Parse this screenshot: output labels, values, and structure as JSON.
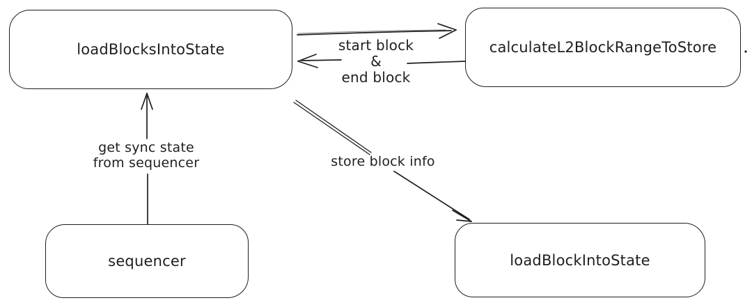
{
  "diagram": {
    "background_color": "#ffffff",
    "stroke_color": "#1e1e1e",
    "style": "hand-drawn flowchart",
    "nodes": {
      "load_blocks_into_state": {
        "label": "loadBlocksIntoState"
      },
      "calculate_l2_block_range_to_store": {
        "label": "calculateL2BlockRangeToStore"
      },
      "sequencer": {
        "label": "sequencer"
      },
      "load_block_into_state": {
        "label": "loadBlockIntoState"
      }
    },
    "edges": {
      "request_range": {
        "from": "loadBlocksIntoState",
        "to": "calculateL2BlockRangeToStore",
        "direction": "right",
        "label_lines": []
      },
      "start_end_block": {
        "from": "calculateL2BlockRangeToStore",
        "to": "loadBlocksIntoState",
        "direction": "left",
        "label_lines": [
          "start block",
          "&",
          "end block"
        ]
      },
      "get_sync_state": {
        "from": "sequencer",
        "to": "loadBlocksIntoState",
        "direction": "up",
        "label_lines": [
          "get sync state",
          "from sequencer"
        ]
      },
      "store_block_info": {
        "from": "loadBlocksIntoState",
        "to": "loadBlockIntoState",
        "direction": "down-right",
        "label_lines": [
          "store block info"
        ]
      }
    }
  }
}
